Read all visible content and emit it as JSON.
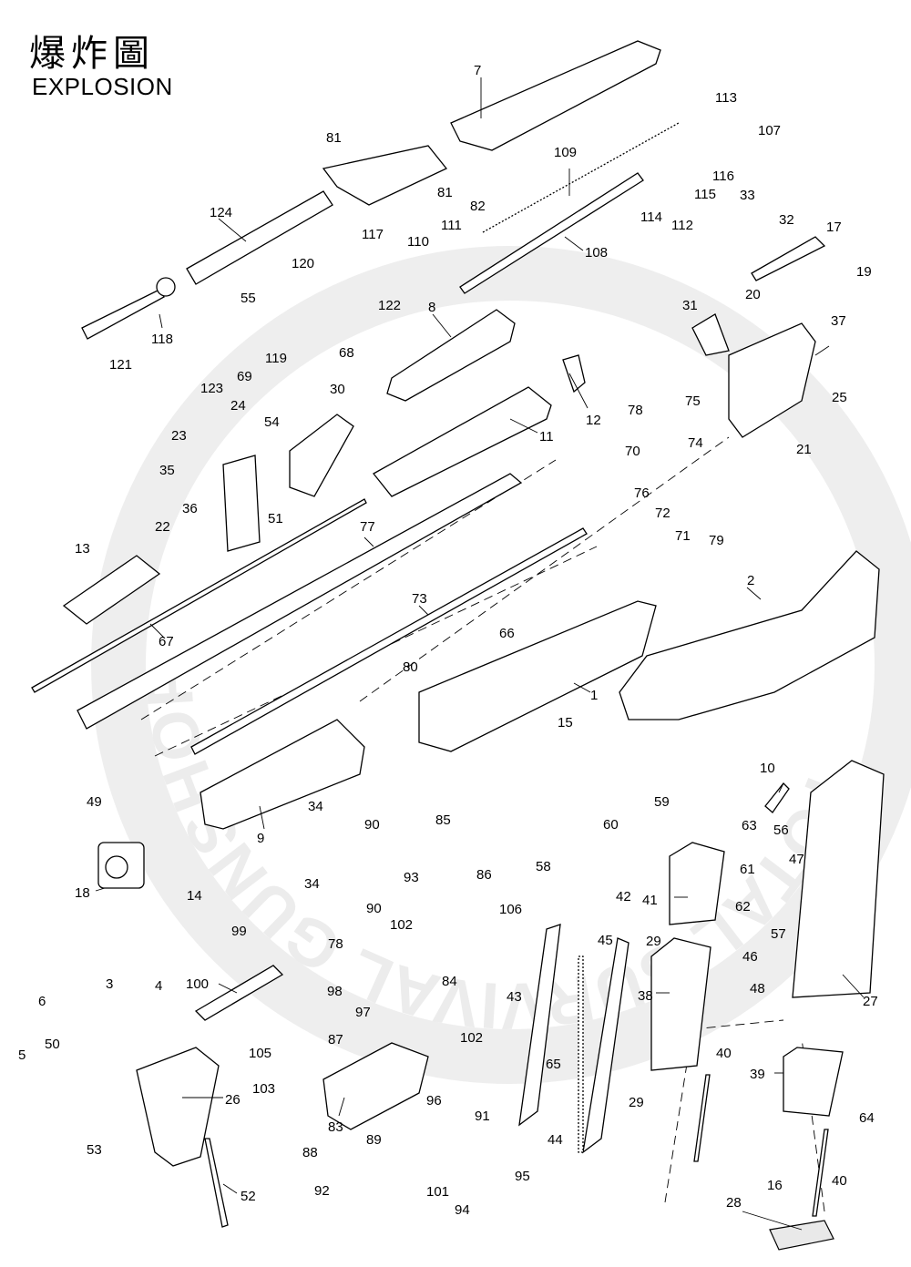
{
  "title": {
    "chinese": "爆炸圖",
    "english": "EXPLOSION"
  },
  "watermark": {
    "text": "TOTAL SURVIVAL GUNSHOP"
  },
  "parts": [
    {
      "id": "p1",
      "label": "1"
    },
    {
      "id": "p2",
      "label": "2"
    },
    {
      "id": "p3",
      "label": "3"
    },
    {
      "id": "p4",
      "label": "4"
    },
    {
      "id": "p5",
      "label": "5"
    },
    {
      "id": "p6",
      "label": "6"
    },
    {
      "id": "p7",
      "label": "7"
    },
    {
      "id": "p8",
      "label": "8"
    },
    {
      "id": "p9",
      "label": "9"
    },
    {
      "id": "p10",
      "label": "10"
    },
    {
      "id": "p11",
      "label": "11"
    },
    {
      "id": "p12",
      "label": "12"
    },
    {
      "id": "p13",
      "label": "13"
    },
    {
      "id": "p14",
      "label": "14"
    },
    {
      "id": "p15",
      "label": "15"
    },
    {
      "id": "p16",
      "label": "16"
    },
    {
      "id": "p17",
      "label": "17"
    },
    {
      "id": "p18",
      "label": "18"
    },
    {
      "id": "p19",
      "label": "19"
    },
    {
      "id": "p20",
      "label": "20"
    },
    {
      "id": "p21",
      "label": "21"
    },
    {
      "id": "p22",
      "label": "22"
    },
    {
      "id": "p23",
      "label": "23"
    },
    {
      "id": "p24",
      "label": "24"
    },
    {
      "id": "p25",
      "label": "25"
    },
    {
      "id": "p26",
      "label": "26"
    },
    {
      "id": "p27",
      "label": "27"
    },
    {
      "id": "p28",
      "label": "28"
    },
    {
      "id": "p29a",
      "label": "29"
    },
    {
      "id": "p29b",
      "label": "29"
    },
    {
      "id": "p30",
      "label": "30"
    },
    {
      "id": "p31",
      "label": "31"
    },
    {
      "id": "p32",
      "label": "32"
    },
    {
      "id": "p33",
      "label": "33"
    },
    {
      "id": "p34a",
      "label": "34"
    },
    {
      "id": "p34b",
      "label": "34"
    },
    {
      "id": "p35",
      "label": "35"
    },
    {
      "id": "p36",
      "label": "36"
    },
    {
      "id": "p37",
      "label": "37"
    },
    {
      "id": "p38",
      "label": "38"
    },
    {
      "id": "p39",
      "label": "39"
    },
    {
      "id": "p40a",
      "label": "40"
    },
    {
      "id": "p40b",
      "label": "40"
    },
    {
      "id": "p41",
      "label": "41"
    },
    {
      "id": "p42",
      "label": "42"
    },
    {
      "id": "p43",
      "label": "43"
    },
    {
      "id": "p44",
      "label": "44"
    },
    {
      "id": "p45",
      "label": "45"
    },
    {
      "id": "p46",
      "label": "46"
    },
    {
      "id": "p47",
      "label": "47"
    },
    {
      "id": "p48",
      "label": "48"
    },
    {
      "id": "p49",
      "label": "49"
    },
    {
      "id": "p50",
      "label": "50"
    },
    {
      "id": "p51",
      "label": "51"
    },
    {
      "id": "p52",
      "label": "52"
    },
    {
      "id": "p53",
      "label": "53"
    },
    {
      "id": "p54",
      "label": "54"
    },
    {
      "id": "p55",
      "label": "55"
    },
    {
      "id": "p56",
      "label": "56"
    },
    {
      "id": "p57",
      "label": "57"
    },
    {
      "id": "p58",
      "label": "58"
    },
    {
      "id": "p59",
      "label": "59"
    },
    {
      "id": "p60",
      "label": "60"
    },
    {
      "id": "p61",
      "label": "61"
    },
    {
      "id": "p62",
      "label": "62"
    },
    {
      "id": "p63",
      "label": "63"
    },
    {
      "id": "p64",
      "label": "64"
    },
    {
      "id": "p65",
      "label": "65"
    },
    {
      "id": "p66",
      "label": "66"
    },
    {
      "id": "p67",
      "label": "67"
    },
    {
      "id": "p68",
      "label": "68"
    },
    {
      "id": "p69",
      "label": "69"
    },
    {
      "id": "p70",
      "label": "70"
    },
    {
      "id": "p71",
      "label": "71"
    },
    {
      "id": "p72",
      "label": "72"
    },
    {
      "id": "p73",
      "label": "73"
    },
    {
      "id": "p74",
      "label": "74"
    },
    {
      "id": "p75",
      "label": "75"
    },
    {
      "id": "p76",
      "label": "76"
    },
    {
      "id": "p77",
      "label": "77"
    },
    {
      "id": "p78a",
      "label": "78"
    },
    {
      "id": "p78b",
      "label": "78"
    },
    {
      "id": "p79",
      "label": "79"
    },
    {
      "id": "p80",
      "label": "80"
    },
    {
      "id": "p81a",
      "label": "81"
    },
    {
      "id": "p81b",
      "label": "81"
    },
    {
      "id": "p82",
      "label": "82"
    },
    {
      "id": "p83",
      "label": "83"
    },
    {
      "id": "p84",
      "label": "84"
    },
    {
      "id": "p85",
      "label": "85"
    },
    {
      "id": "p86",
      "label": "86"
    },
    {
      "id": "p87",
      "label": "87"
    },
    {
      "id": "p88",
      "label": "88"
    },
    {
      "id": "p89",
      "label": "89"
    },
    {
      "id": "p90a",
      "label": "90"
    },
    {
      "id": "p90b",
      "label": "90"
    },
    {
      "id": "p91",
      "label": "91"
    },
    {
      "id": "p92",
      "label": "92"
    },
    {
      "id": "p93",
      "label": "93"
    },
    {
      "id": "p94",
      "label": "94"
    },
    {
      "id": "p95",
      "label": "95"
    },
    {
      "id": "p96",
      "label": "96"
    },
    {
      "id": "p97",
      "label": "97"
    },
    {
      "id": "p98",
      "label": "98"
    },
    {
      "id": "p99",
      "label": "99"
    },
    {
      "id": "p100",
      "label": "100"
    },
    {
      "id": "p101",
      "label": "101"
    },
    {
      "id": "p102a",
      "label": "102"
    },
    {
      "id": "p102b",
      "label": "102"
    },
    {
      "id": "p103",
      "label": "103"
    },
    {
      "id": "p105",
      "label": "105"
    },
    {
      "id": "p106",
      "label": "106"
    },
    {
      "id": "p107",
      "label": "107"
    },
    {
      "id": "p108",
      "label": "108"
    },
    {
      "id": "p109",
      "label": "109"
    },
    {
      "id": "p110",
      "label": "110"
    },
    {
      "id": "p111",
      "label": "111"
    },
    {
      "id": "p112",
      "label": "112"
    },
    {
      "id": "p113",
      "label": "113"
    },
    {
      "id": "p114",
      "label": "114"
    },
    {
      "id": "p115",
      "label": "115"
    },
    {
      "id": "p116",
      "label": "116"
    },
    {
      "id": "p117",
      "label": "117"
    },
    {
      "id": "p118",
      "label": "118"
    },
    {
      "id": "p119",
      "label": "119"
    },
    {
      "id": "p120",
      "label": "120"
    },
    {
      "id": "p121",
      "label": "121"
    },
    {
      "id": "p122",
      "label": "122"
    },
    {
      "id": "p123",
      "label": "123"
    },
    {
      "id": "p124",
      "label": "124"
    }
  ]
}
